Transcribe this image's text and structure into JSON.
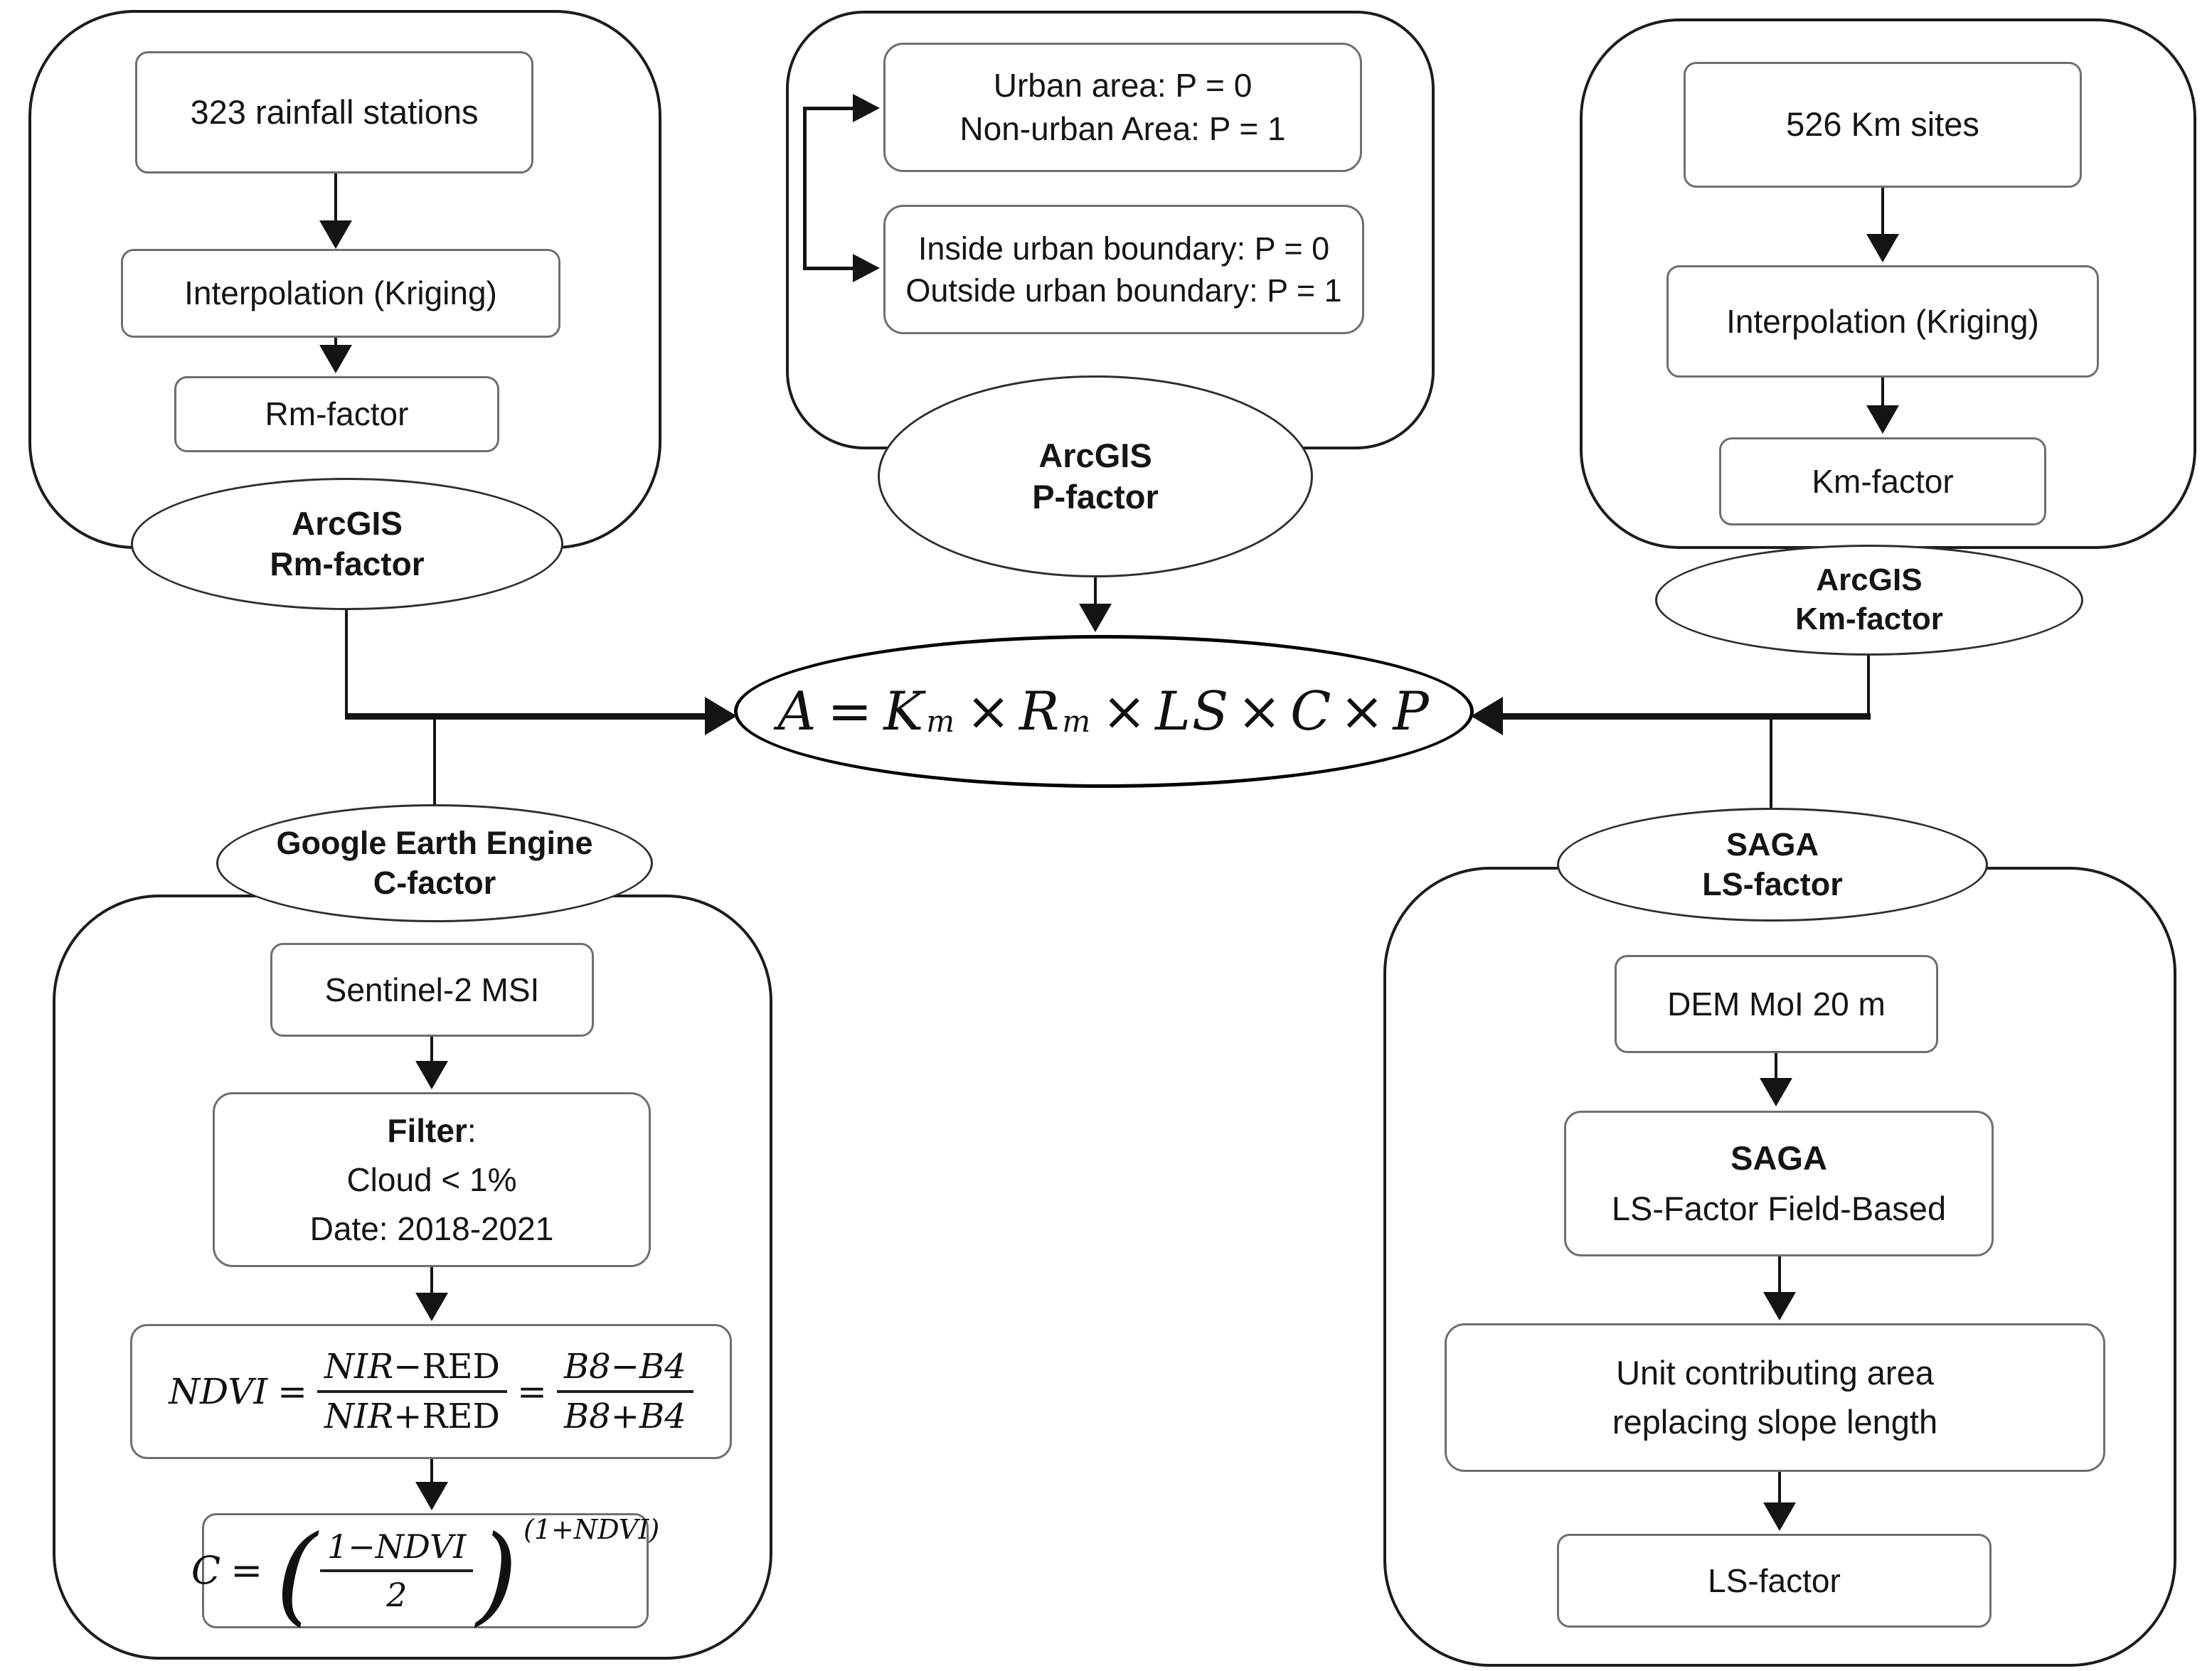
{
  "colors": {
    "background": "#ffffff",
    "frame_border": "#1c1c1c",
    "box_border": "#6f6f6f",
    "ellipse_border": "#2e2e2e",
    "center_ellipse_border": "#000000",
    "arrow": "#141414",
    "text": "#151515"
  },
  "rm_panel": {
    "box1": "323 rainfall stations",
    "box2": "Interpolation (Kriging)",
    "box3": "Rm-factor",
    "ellipse_line1": "ArcGIS",
    "ellipse_line2": "Rm-factor"
  },
  "p_panel": {
    "box1_line1": "Urban area: P = 0",
    "box1_line2": "Non-urban Area: P = 1",
    "box2_line1": "Inside urban boundary: P = 0",
    "box2_line2": "Outside urban boundary: P = 1",
    "ellipse_line1": "ArcGIS",
    "ellipse_line2": "P-factor"
  },
  "km_panel": {
    "box1": "526 Km sites",
    "box2": "Interpolation (Kriging)",
    "box3": "Km-factor",
    "ellipse_line1": "ArcGIS",
    "ellipse_line2": "Km-factor"
  },
  "center_formula": {
    "A": "A",
    "eq": "=",
    "K": "K",
    "K_sub": "m",
    "times1": "×",
    "R": "R",
    "R_sub": "m",
    "times2": "×",
    "LS": "LS",
    "times3": "×",
    "C": "C",
    "times4": "×",
    "P": "P"
  },
  "c_panel": {
    "ellipse_line1": "Google Earth Engine",
    "ellipse_line2": "C-factor",
    "box1": "Sentinel-2 MSI",
    "filter_title": "Filter",
    "filter_colon": ":",
    "filter_line2": "Cloud < 1%",
    "filter_line3": "Date: 2018-2021",
    "ndvi": {
      "lhs": "NDVI",
      "eq1": "=",
      "f1_num_a": "NIR",
      "f1_num_op": "−",
      "f1_num_b": "RED",
      "f1_den_a": "NIR",
      "f1_den_op": "+",
      "f1_den_b": "RED",
      "eq2": "=",
      "f2_num_a": "B8",
      "f2_num_op": "−",
      "f2_num_b": "B4",
      "f2_den_a": "B8",
      "f2_den_op": "+",
      "f2_den_b": "B4"
    },
    "cfe": {
      "lhs": "C",
      "eq": "=",
      "open": "(",
      "num": "1−NDVI",
      "den": "2",
      "close": ")",
      "exp": "(1+NDVI)"
    }
  },
  "ls_panel": {
    "ellipse_line1": "SAGA",
    "ellipse_line2": "LS-factor",
    "box1": "DEM MoI 20 m",
    "box2_line1": "SAGA",
    "box2_line2": "LS-Factor Field-Based",
    "box3_line1": "Unit contributing area",
    "box3_line2": "replacing slope length",
    "box4": "LS-factor"
  }
}
